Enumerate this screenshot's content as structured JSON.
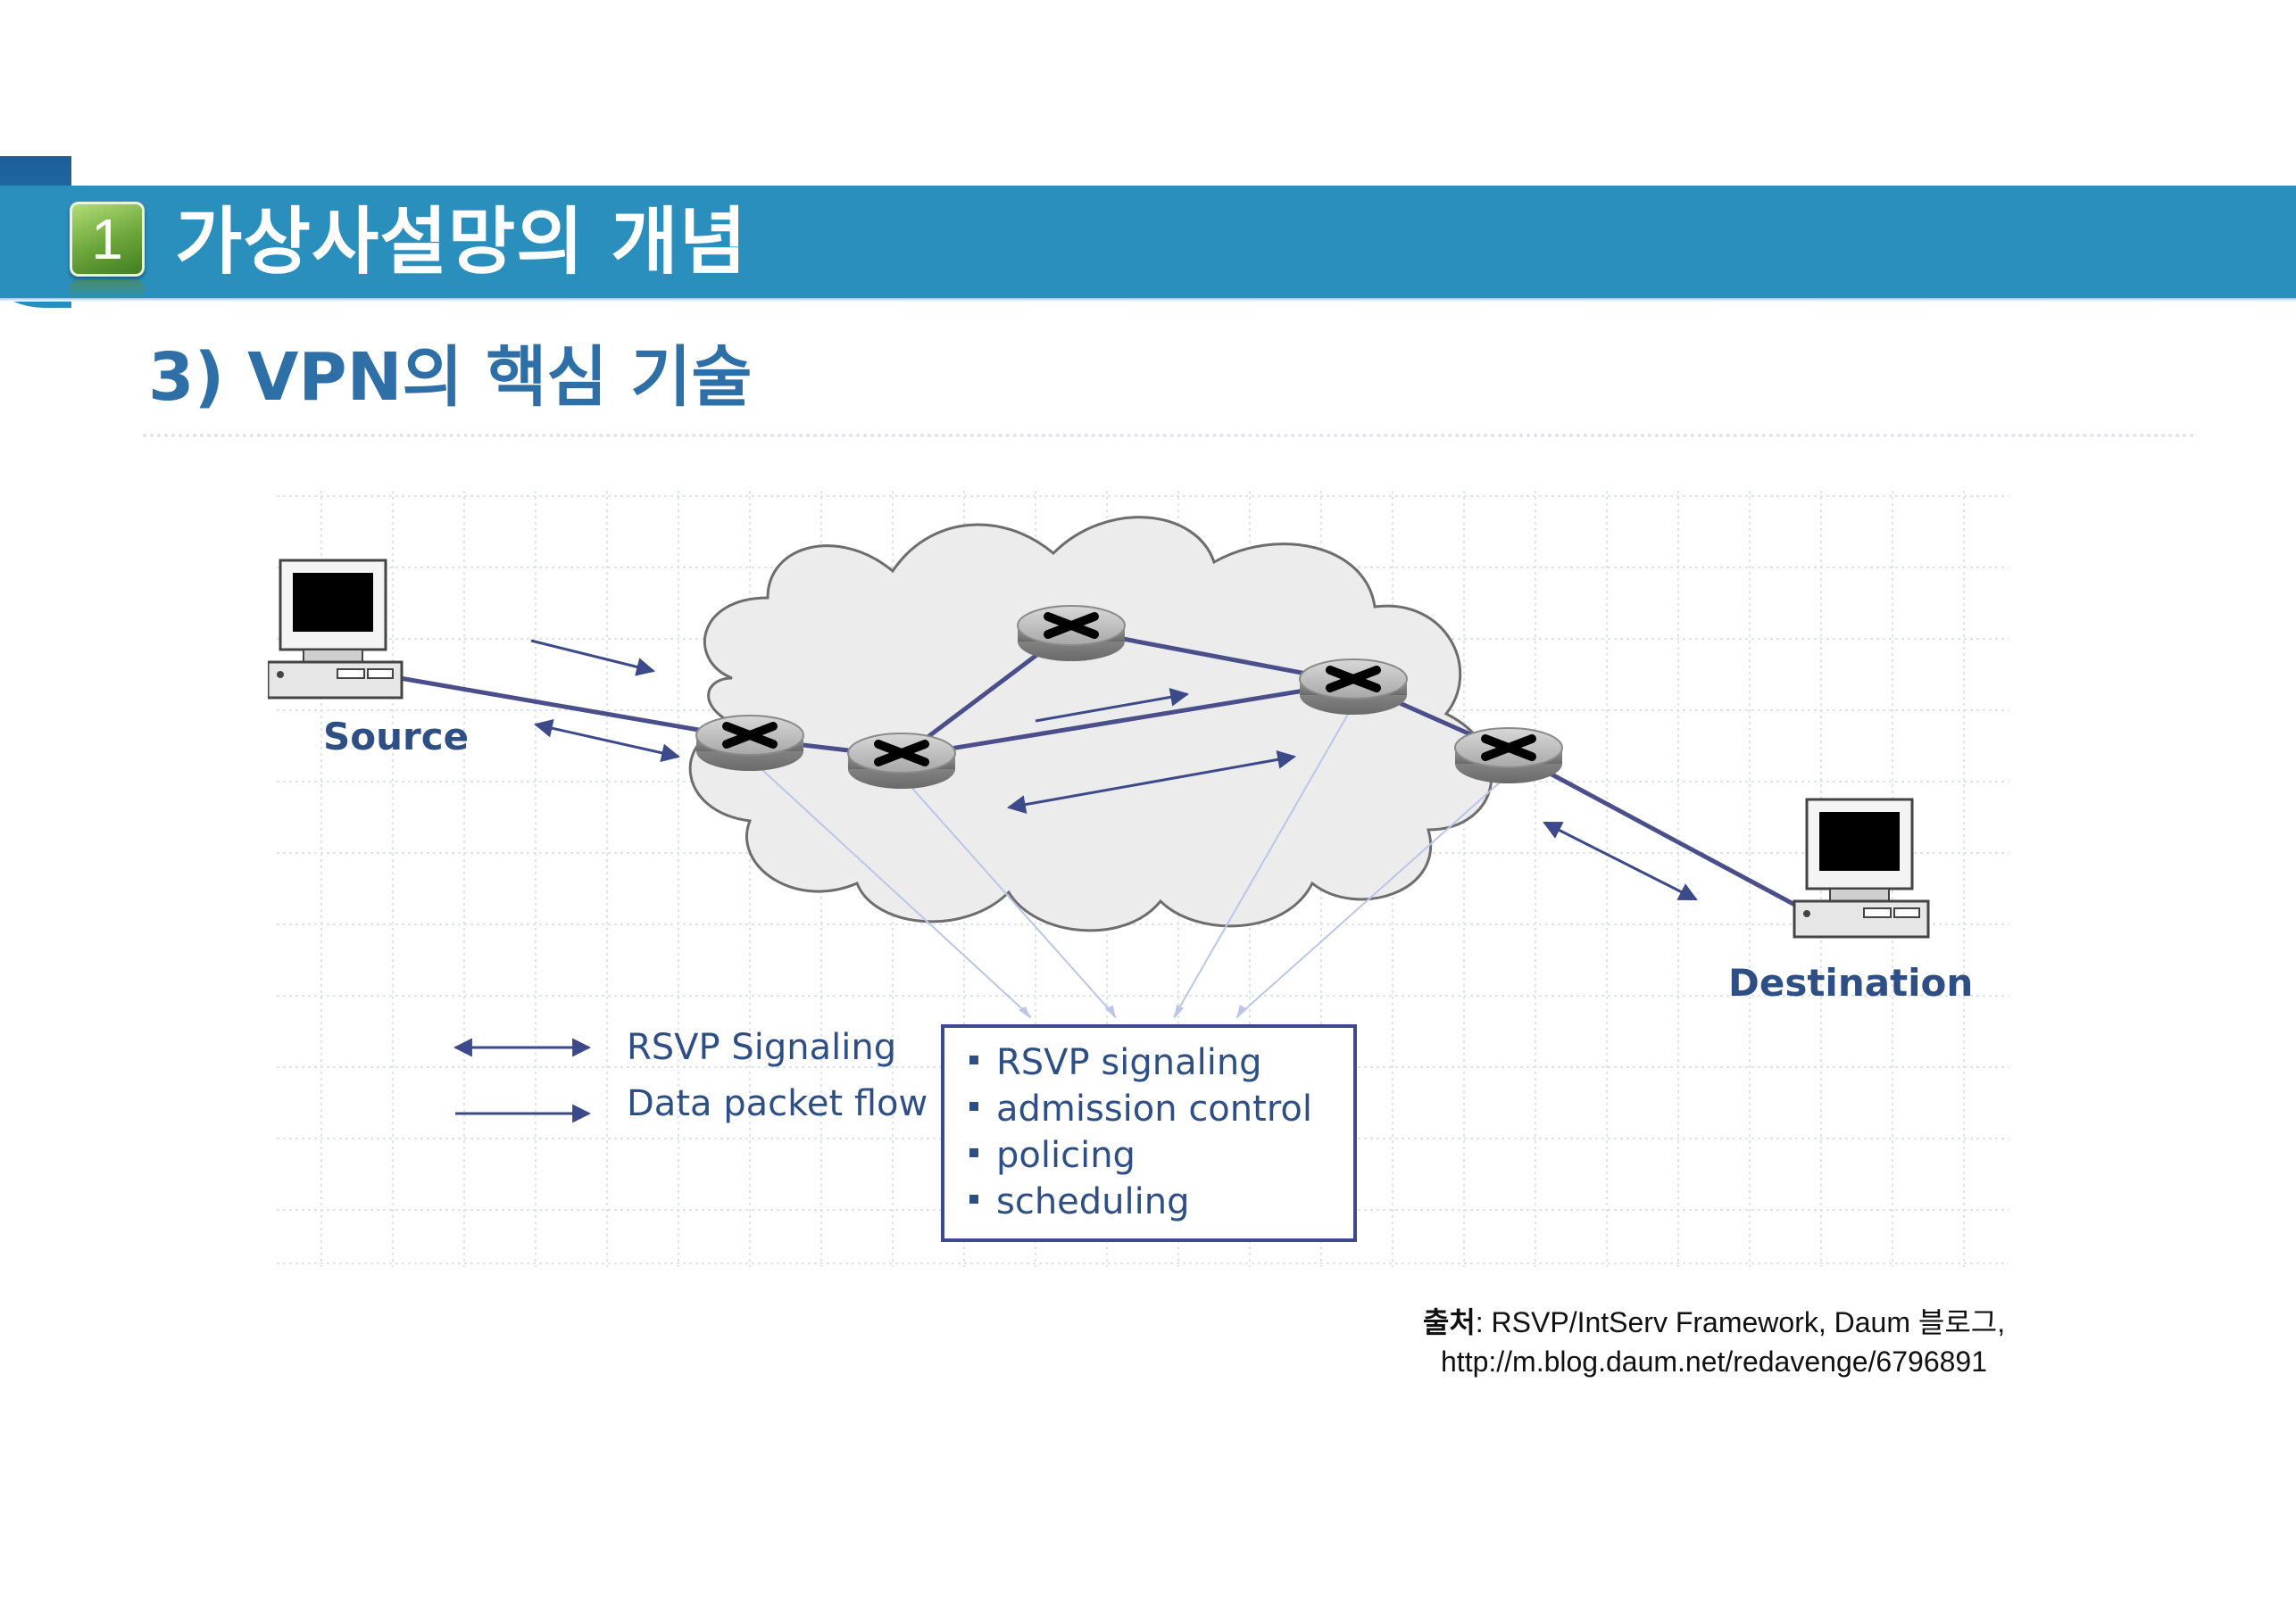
{
  "header": {
    "number": "1",
    "title": "가상사설망의 개념"
  },
  "subtitle": "3) VPN의 핵심 기술",
  "diagram": {
    "source_label": "Source",
    "destination_label": "Destination",
    "legend": {
      "rsvp_signaling": "RSVP Signaling",
      "data_packet_flow": "Data packet flow"
    },
    "functions": [
      "RSVP signaling",
      "admission control",
      "policing",
      "scheduling"
    ],
    "router_icon": "router-x-icon",
    "computer_icon": "desktop-computer-icon",
    "colors": {
      "link": "#4a4f8c",
      "arrow": "#3d4a8a",
      "label": "#2e4f86",
      "cloud_fill": "#ececec",
      "grid": "#dfe3ea",
      "router_body": "#9a9a9a"
    }
  },
  "citation": {
    "label": "출처",
    "text": ": RSVP/IntServ  Framework, Daum 블로그,",
    "url": "http://m.blog.daum.net/redavenge/6796891"
  }
}
